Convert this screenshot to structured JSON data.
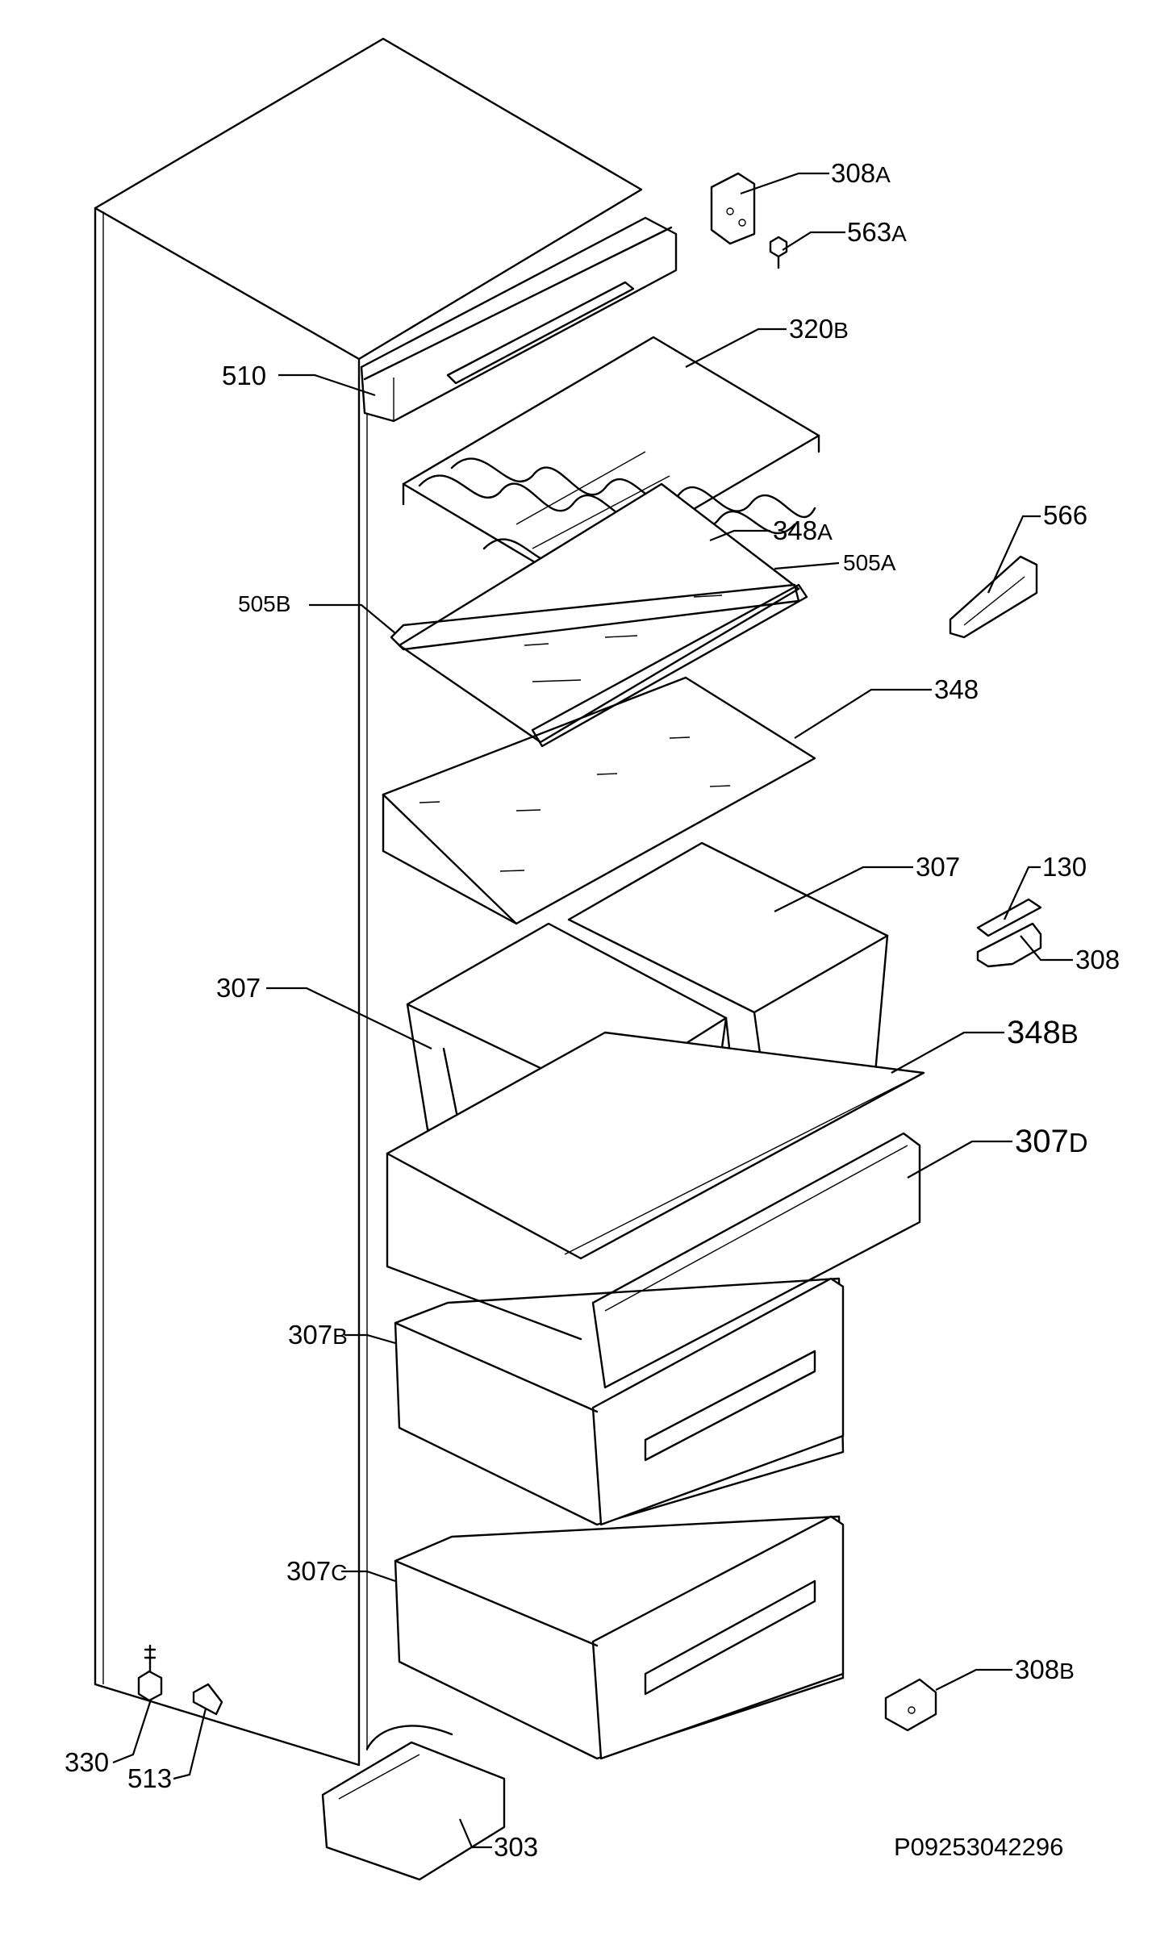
{
  "parts": [
    {
      "id": "308A",
      "num": "308",
      "suffix": "A"
    },
    {
      "id": "563A",
      "num": "563",
      "suffix": "A"
    },
    {
      "id": "320B",
      "num": "320",
      "suffix": "B"
    },
    {
      "id": "510",
      "num": "510",
      "suffix": ""
    },
    {
      "id": "348A",
      "num": "348",
      "suffix": "A"
    },
    {
      "id": "505A",
      "num": "505A",
      "suffix": ""
    },
    {
      "id": "505B",
      "num": "505B",
      "suffix": ""
    },
    {
      "id": "566",
      "num": "566",
      "suffix": ""
    },
    {
      "id": "348",
      "num": "348",
      "suffix": ""
    },
    {
      "id": "307-right",
      "num": "307",
      "suffix": ""
    },
    {
      "id": "130",
      "num": "130",
      "suffix": ""
    },
    {
      "id": "308",
      "num": "308",
      "suffix": ""
    },
    {
      "id": "307-left",
      "num": "307",
      "suffix": ""
    },
    {
      "id": "348B",
      "num": "348",
      "suffix": "B"
    },
    {
      "id": "307D",
      "num": "307",
      "suffix": "D"
    },
    {
      "id": "307B",
      "num": "307",
      "suffix": "B"
    },
    {
      "id": "307C",
      "num": "307",
      "suffix": "C"
    },
    {
      "id": "308B",
      "num": "308",
      "suffix": "B"
    },
    {
      "id": "330",
      "num": "330",
      "suffix": ""
    },
    {
      "id": "513",
      "num": "513",
      "suffix": ""
    },
    {
      "id": "303",
      "num": "303",
      "suffix": ""
    }
  ],
  "reference_code": "P09253042296"
}
